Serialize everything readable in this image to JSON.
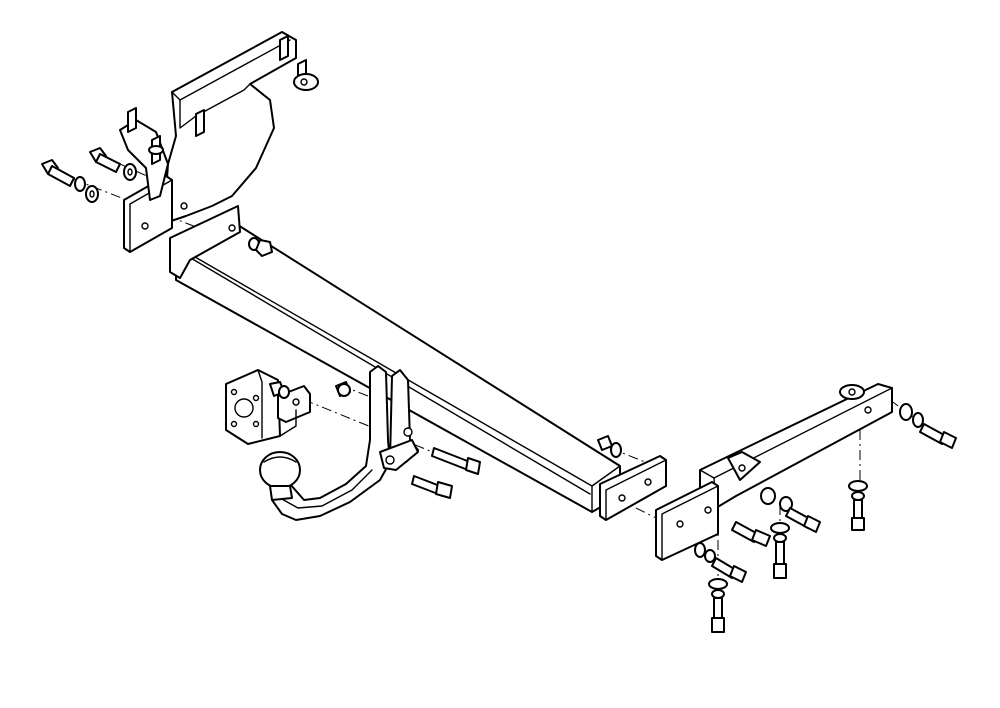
{
  "diagram": {
    "colors": {
      "line": "#000000",
      "background": "#ffffff"
    },
    "parts": [
      "left-mounting-bracket",
      "right-mounting-bracket",
      "crossbar-tube",
      "tow-ball-neck",
      "tow-ball",
      "socket-plate",
      "hex-bolt",
      "hex-nut",
      "washer"
    ]
  }
}
